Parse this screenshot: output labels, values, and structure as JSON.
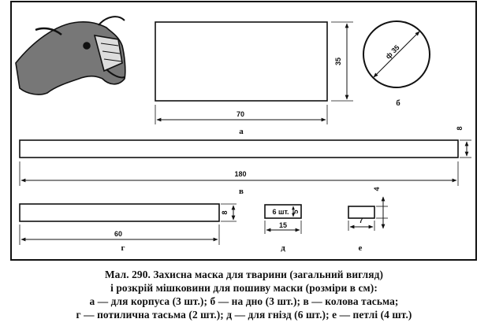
{
  "figure": {
    "parts": {
      "a": {
        "letter": "а",
        "length": "70",
        "height": "35"
      },
      "b": {
        "letter": "б",
        "diameter": "ф 35"
      },
      "v": {
        "letter": "в",
        "length": "180",
        "height": "8"
      },
      "g": {
        "letter": "г",
        "length": "60",
        "height": "8"
      },
      "d": {
        "letter": "д",
        "qty": "6 шт.",
        "height": "5",
        "length": "15"
      },
      "e": {
        "letter": "е",
        "length": "7",
        "height": "4"
      }
    }
  },
  "caption": {
    "line1": "Мал. 290. Захисна маска для тварини (загальний вигляд)",
    "line2": "і розкрій мішковини для пошиву маски (розміри в см):",
    "line3": "а — для корпуса (3 шт.); б — на дно (3 шт.); в — колова тасьма;",
    "line4": "г — потилична тасьма (2 шт.); д — для гнізд (6 шт.); е — петлі (4 шт.)"
  }
}
